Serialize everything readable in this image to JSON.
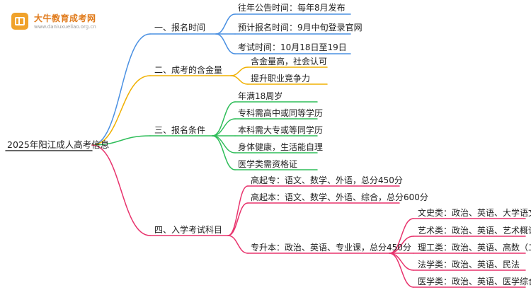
{
  "logo": {
    "name": "大牛教育成考网",
    "url": "www.daniuxueliao.org.cn"
  },
  "colors": {
    "blue": "#4a90e2",
    "orange": "#f0b000",
    "green": "#2ebd59",
    "pink": "#e8336d"
  },
  "root": "2025年阳江成人高考信息",
  "sections": [
    {
      "label": "一、报名时间",
      "color": "blue",
      "items": [
        {
          "label": "往年公告时间：每年8月发布"
        },
        {
          "label": "预计报名时间：9月中旬登录官网"
        },
        {
          "label": "考试时间：10月18日至19日"
        }
      ]
    },
    {
      "label": "二、成考的含金量",
      "color": "orange",
      "items": [
        {
          "label": "含金量高，社会认可"
        },
        {
          "label": "提升职业竞争力"
        }
      ]
    },
    {
      "label": "三、报名条件",
      "color": "green",
      "items": [
        {
          "label": "年满18周岁"
        },
        {
          "label": "专科需高中或同等学历"
        },
        {
          "label": "本科需大专或等同学历"
        },
        {
          "label": "身体健康，生活能自理"
        },
        {
          "label": "医学类需资格证"
        }
      ]
    },
    {
      "label": "四、入学考试科目",
      "color": "pink",
      "items": [
        {
          "label": "高起专：语文、数学、外语，总分450分"
        },
        {
          "label": "高起本：语文、数学、外语、综合，总分600分"
        },
        {
          "label": "专升本：政治、英语、专业课，总分450分",
          "children": [
            {
              "label": "文史类：政治、英语、大学语文"
            },
            {
              "label": "艺术类：政治、英语、艺术概论"
            },
            {
              "label": "理工类：政治、英语、高数（二）"
            },
            {
              "label": "法学类：政治、英语、民法"
            },
            {
              "label": "医学类：政治、英语、医学综合"
            }
          ]
        }
      ]
    }
  ]
}
